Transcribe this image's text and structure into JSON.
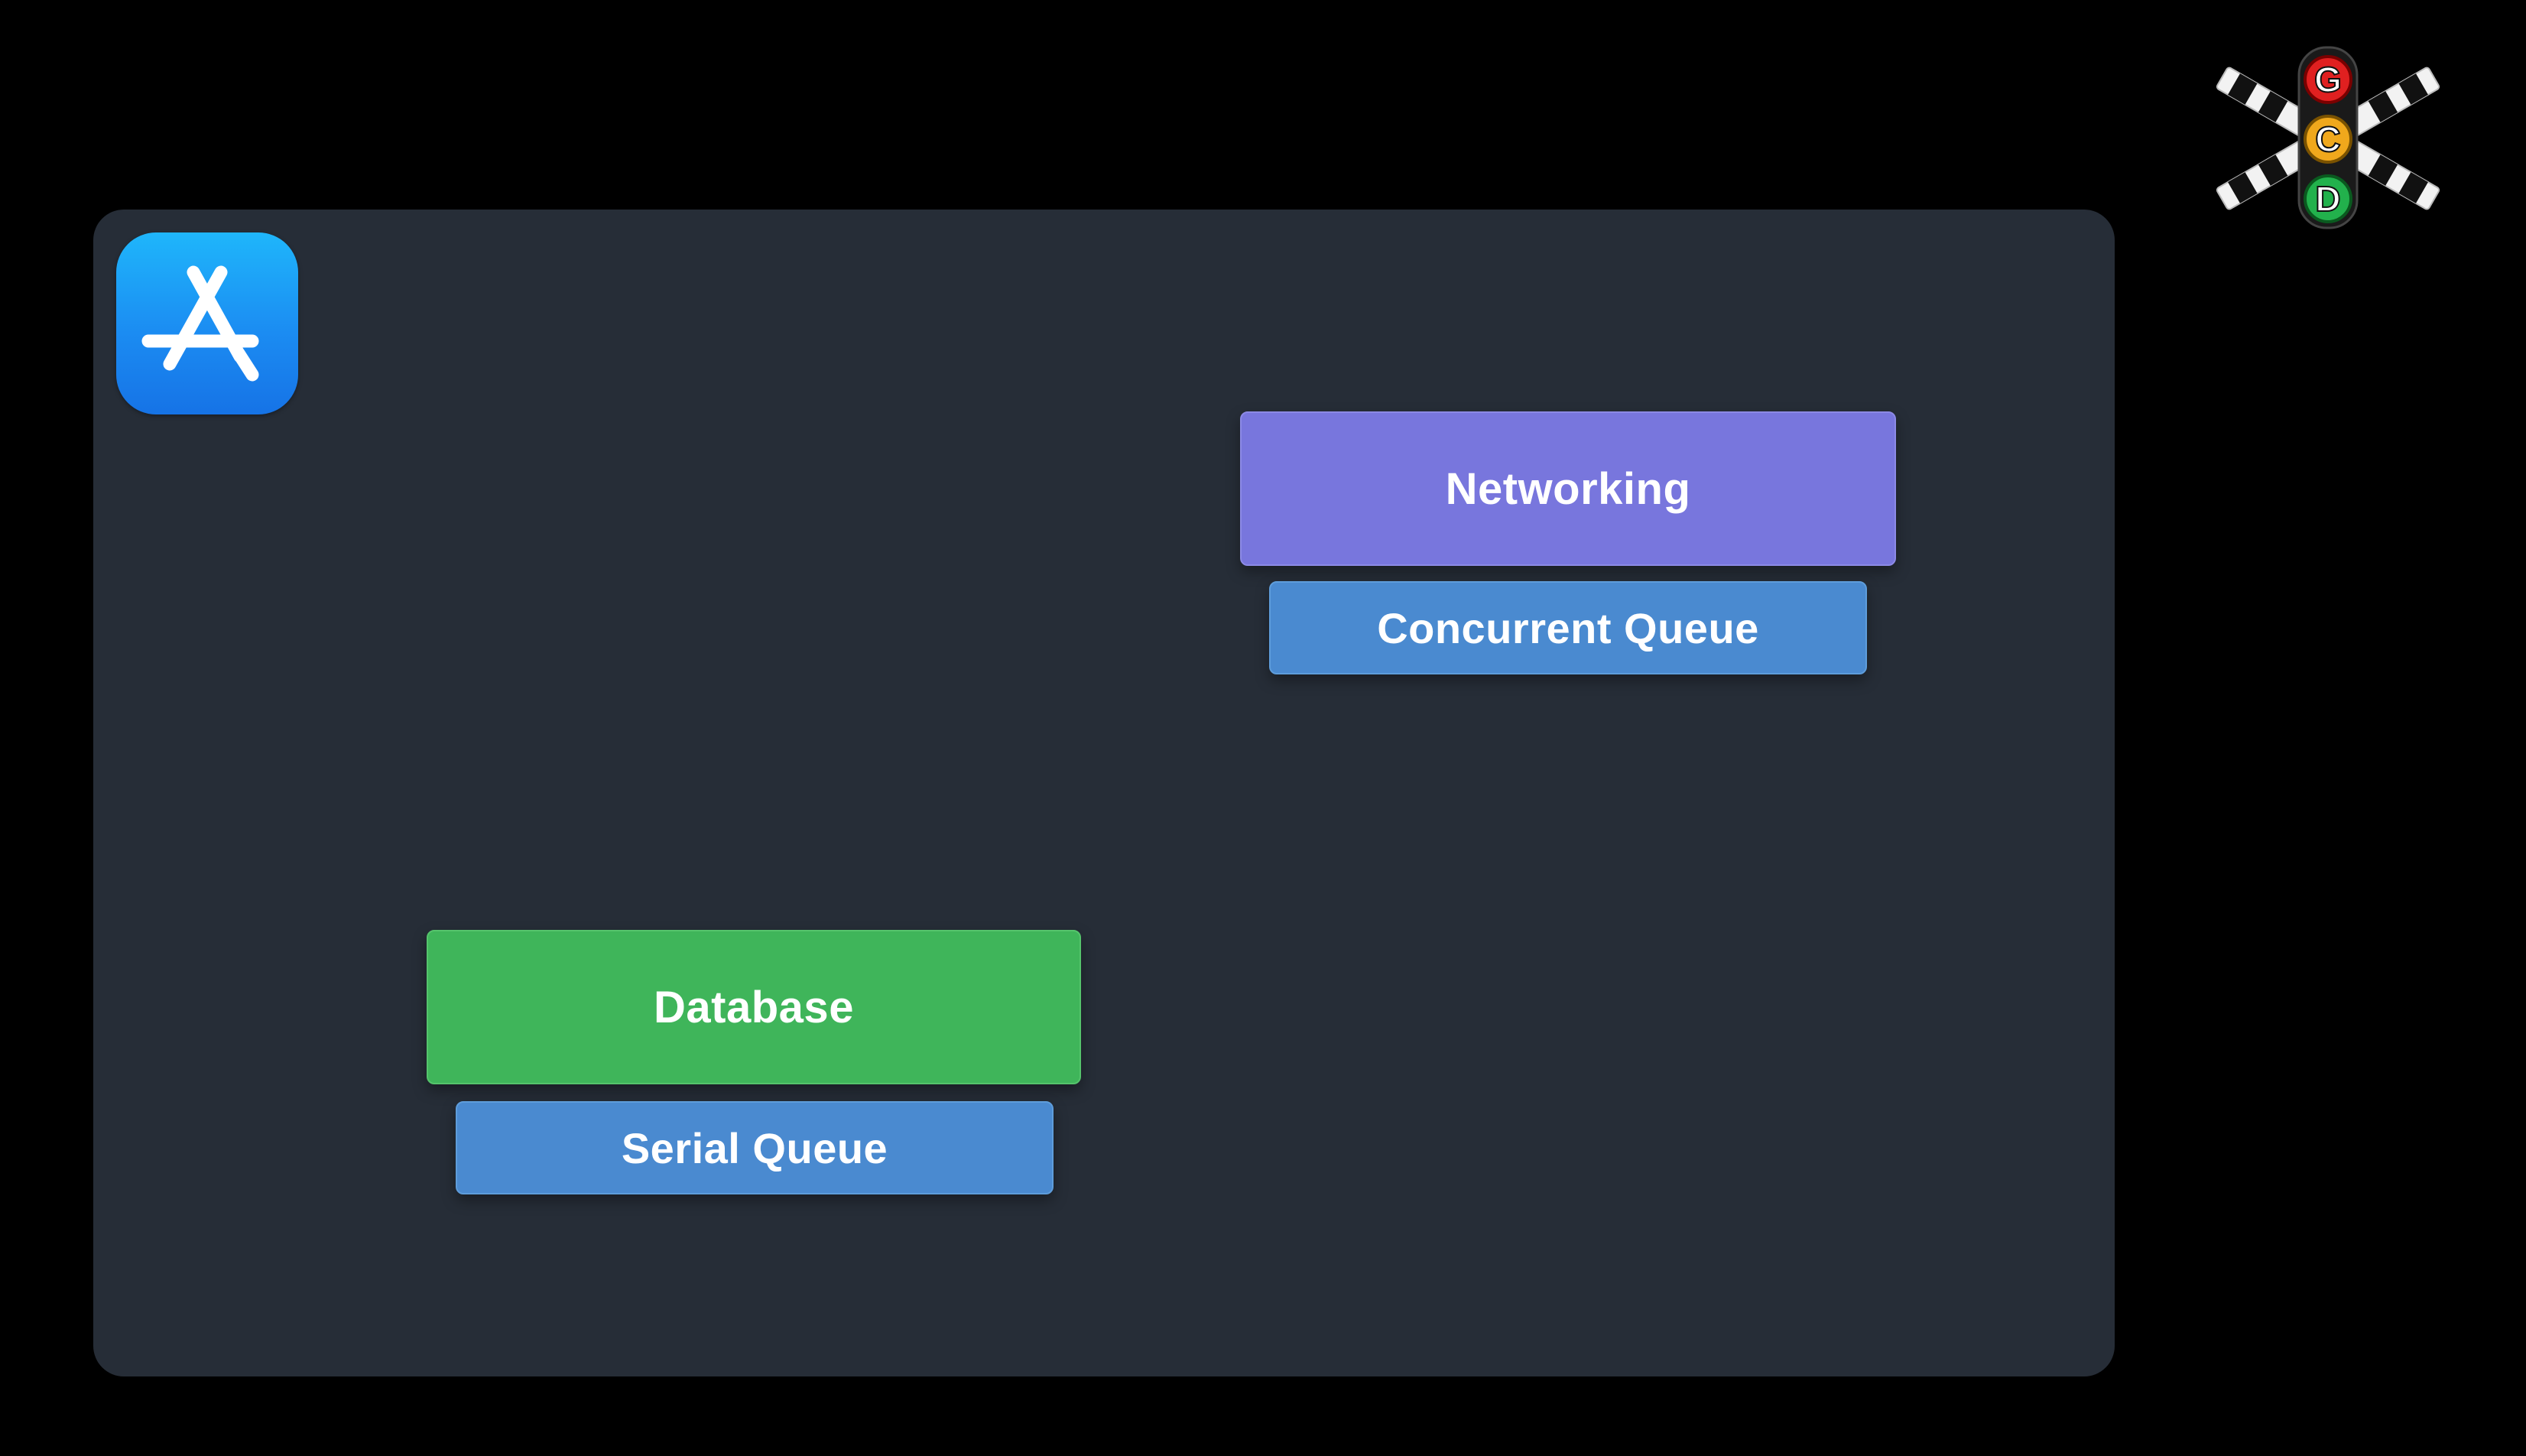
{
  "diagram": {
    "networking": {
      "label": "Networking",
      "color": "#7876dd"
    },
    "concurrent_queue": {
      "label": "Concurrent Queue",
      "color": "#4a8ad0"
    },
    "database": {
      "label": "Database",
      "color": "#3fb55a"
    },
    "serial_queue": {
      "label": "Serial Queue",
      "color": "#4a8ad0"
    }
  },
  "panel": {
    "color": "#262d37"
  },
  "icons": {
    "app_icon": "app-store-icon",
    "logo": "gcd-traffic-light-logo"
  },
  "logo": {
    "letters": [
      "G",
      "C",
      "D"
    ],
    "colors": [
      "#e02020",
      "#f0a81c",
      "#22b14c"
    ]
  }
}
